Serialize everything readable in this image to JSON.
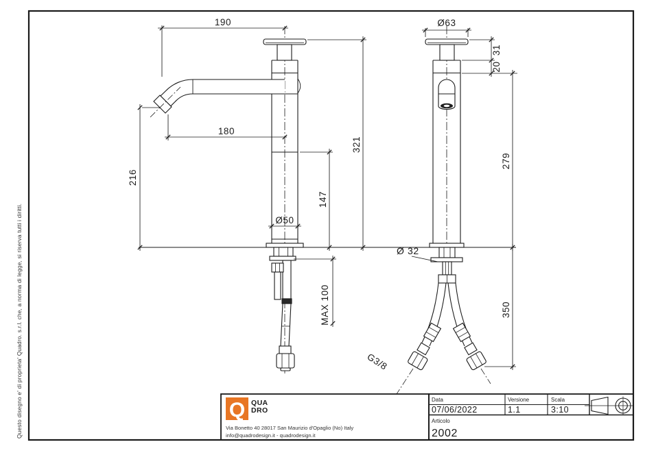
{
  "disclaimer": "Questo disegno e' di proprieta' Quadro. s.r.l. che, a norma di legge, si riserva tutti i diritti.",
  "colors": {
    "accent": "#E87624",
    "line": "#1a1a1a"
  },
  "dims": {
    "d190": "190",
    "d180": "180",
    "d216": "216",
    "d321": "321",
    "d147": "147",
    "d50": "Ø50",
    "max100": "MAX 100",
    "d63": "Ø63",
    "d31": "31",
    "d20": "20",
    "d279": "279",
    "d32": "Ø 32",
    "d350": "350",
    "g38": "G3/8"
  },
  "title_block": {
    "logo": {
      "q": "Q",
      "word1": "QUA",
      "word2": "DRO"
    },
    "address_line1": "Via Bonetto 40  28017 San Maurizio d'Opaglio (No) Italy",
    "address_line2": "info@quadrodesign.it  -  quadrodesign.it",
    "fields": [
      {
        "label": "Data",
        "value": "07/06/2022"
      },
      {
        "label": "Versione",
        "value": "1.1"
      },
      {
        "label": "Scala",
        "value": "3:10"
      }
    ],
    "article": {
      "label": "Articolo",
      "value": "2002"
    }
  }
}
